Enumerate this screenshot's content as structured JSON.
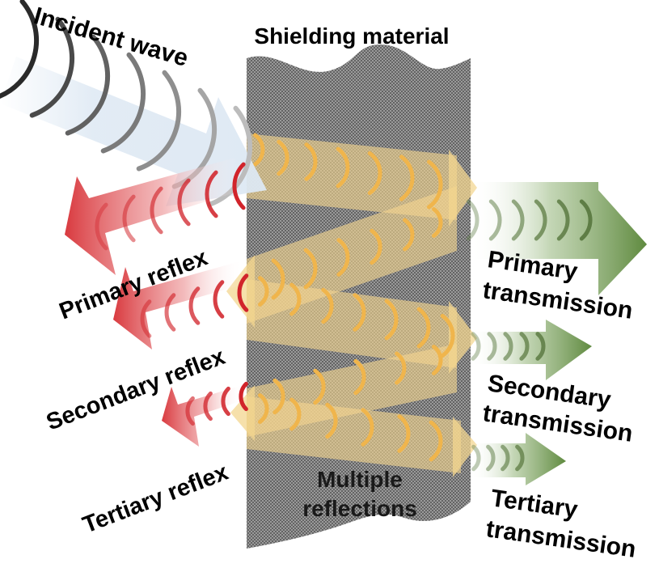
{
  "title": "Shielding material",
  "labels": {
    "incident": "Incident wave",
    "primary_reflex": "Primary reflex",
    "secondary_reflex": "Secondary reflex",
    "tertiary_reflex": "Tertiary reflex",
    "primary_transmission_1": "Primary",
    "primary_transmission_2": "transmission",
    "secondary_transmission_1": "Secondary",
    "secondary_transmission_2": "transmission",
    "tertiary_transmission_1": "Tertiary",
    "tertiary_transmission_2": "transmission",
    "multiple_reflections_1": "Multiple",
    "multiple_reflections_2": "reflections"
  },
  "colors": {
    "incident_arrow": "#dde8f3",
    "incident_wave": "#555555",
    "reflex_arrow": "#d93a3f",
    "reflex_wave": "#d1242b",
    "transmission_arrow": "#5f8a3f",
    "transmission_wave": "#5e7d45",
    "internal_beam": "#f3d58f",
    "internal_wave": "#f0b54c",
    "material": "#8f8f8f"
  }
}
